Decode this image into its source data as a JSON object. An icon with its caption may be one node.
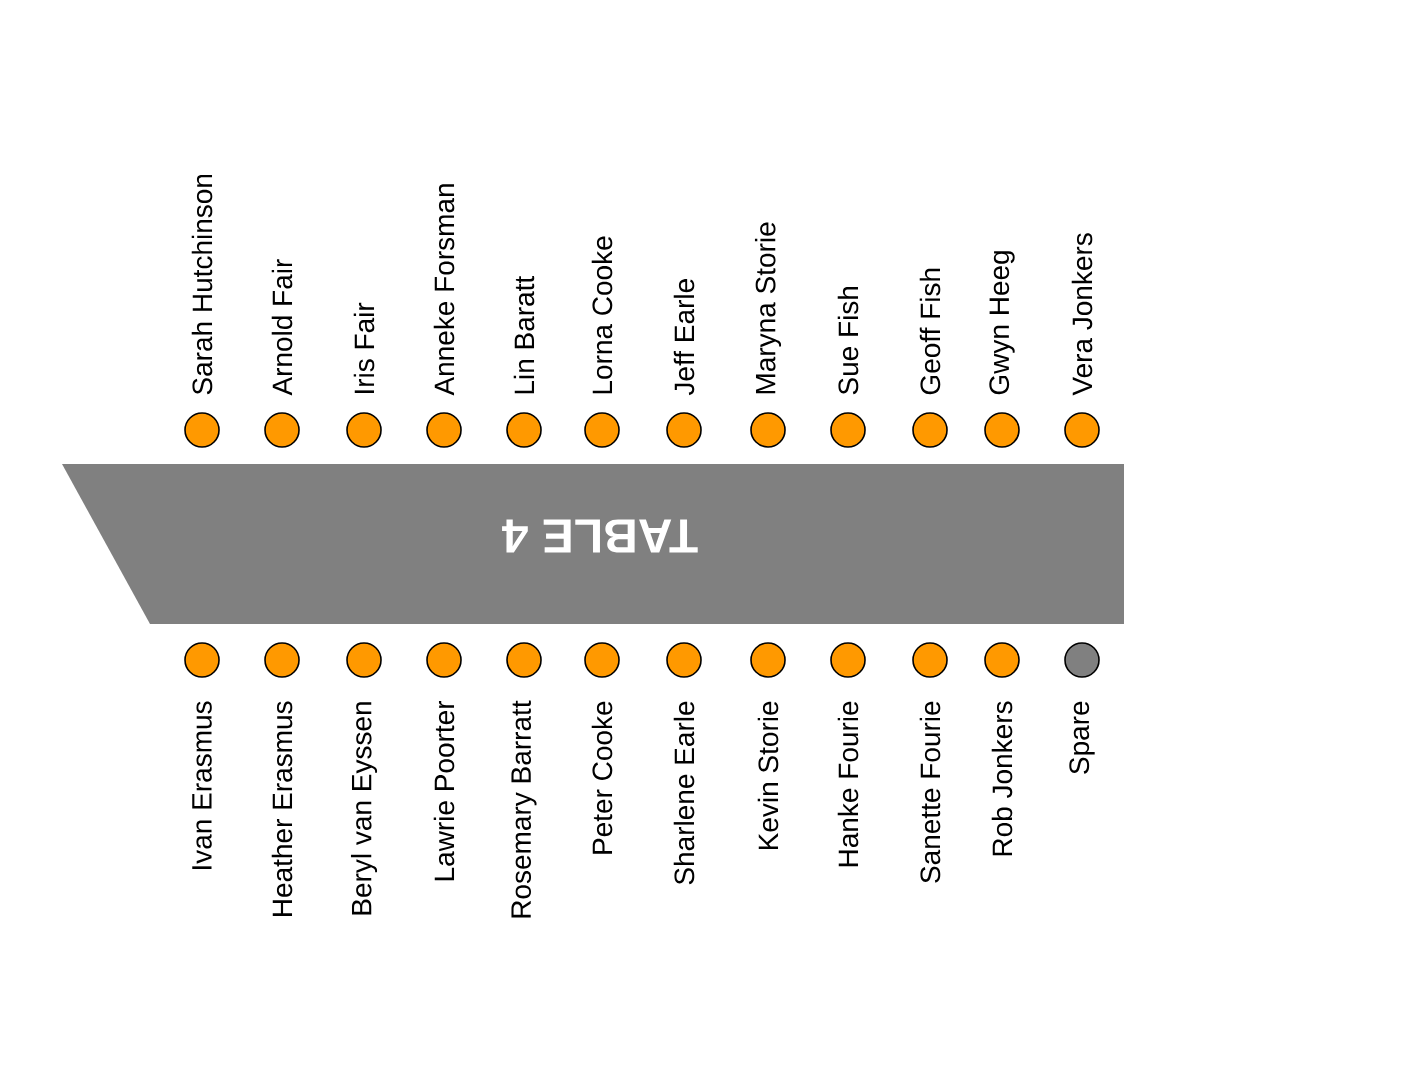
{
  "diagram": {
    "nodes": [
      {
        "text": [
          "TABLE 4"
        ]
      },
      {
        "text": [],
        "shape": "circle",
        "beside": [
          "Sarah Hutchinson"
        ]
      },
      {
        "text": [],
        "shape": "circle",
        "beside": [
          "Arnold Fair"
        ]
      },
      {
        "text": [],
        "shape": "circle",
        "beside": [
          "Iris Fair"
        ]
      },
      {
        "text": [],
        "shape": "circle",
        "beside": [
          "Anneke Forsman"
        ]
      },
      {
        "text": [],
        "shape": "circle",
        "beside": [
          "Lin Baratt"
        ]
      },
      {
        "text": [],
        "shape": "circle",
        "beside": [
          "Lorna Cooke"
        ]
      },
      {
        "text": [],
        "shape": "circle",
        "beside": [
          "Jeff Earle"
        ]
      },
      {
        "text": [],
        "shape": "circle",
        "beside": [
          "Maryna Storie"
        ]
      },
      {
        "text": [],
        "shape": "circle",
        "beside": [
          "Sue Fish"
        ]
      },
      {
        "text": [],
        "shape": "circle",
        "beside": [
          "Geoff Fish"
        ]
      },
      {
        "text": [],
        "shape": "circle",
        "beside": [
          "Gwyn Heeg"
        ]
      },
      {
        "text": [],
        "shape": "circle",
        "beside": [
          "Vera Jonkers"
        ]
      },
      {
        "text": [],
        "shape": "circle",
        "beside": [
          "Ivan Erasmus"
        ]
      },
      {
        "text": [],
        "shape": "circle",
        "beside": [
          "Heather Erasmus"
        ]
      },
      {
        "text": [],
        "shape": "circle",
        "beside": [
          "Beryl van Eyssen"
        ]
      },
      {
        "text": [],
        "shape": "circle",
        "beside": [
          "Lawrie Poorter"
        ]
      },
      {
        "text": [],
        "shape": "circle",
        "beside": [
          "Rosemary Barratt"
        ]
      },
      {
        "text": [],
        "shape": "circle",
        "beside": [
          "Peter Cooke"
        ]
      },
      {
        "text": [],
        "shape": "circle",
        "beside": [
          "Sharlene Earle"
        ]
      },
      {
        "text": [],
        "shape": "circle",
        "beside": [
          "Kevin Storie"
        ]
      },
      {
        "text": [],
        "shape": "circle",
        "beside": [
          "Hanke Fourie"
        ]
      },
      {
        "text": [],
        "shape": "circle",
        "beside": [
          "Sanette Fourie"
        ]
      },
      {
        "text": [],
        "shape": "circle",
        "beside": [
          "Rob Jonkers"
        ]
      },
      {
        "text": [],
        "shape": "circle",
        "beside": [
          "Spare"
        ]
      }
    ]
  }
}
